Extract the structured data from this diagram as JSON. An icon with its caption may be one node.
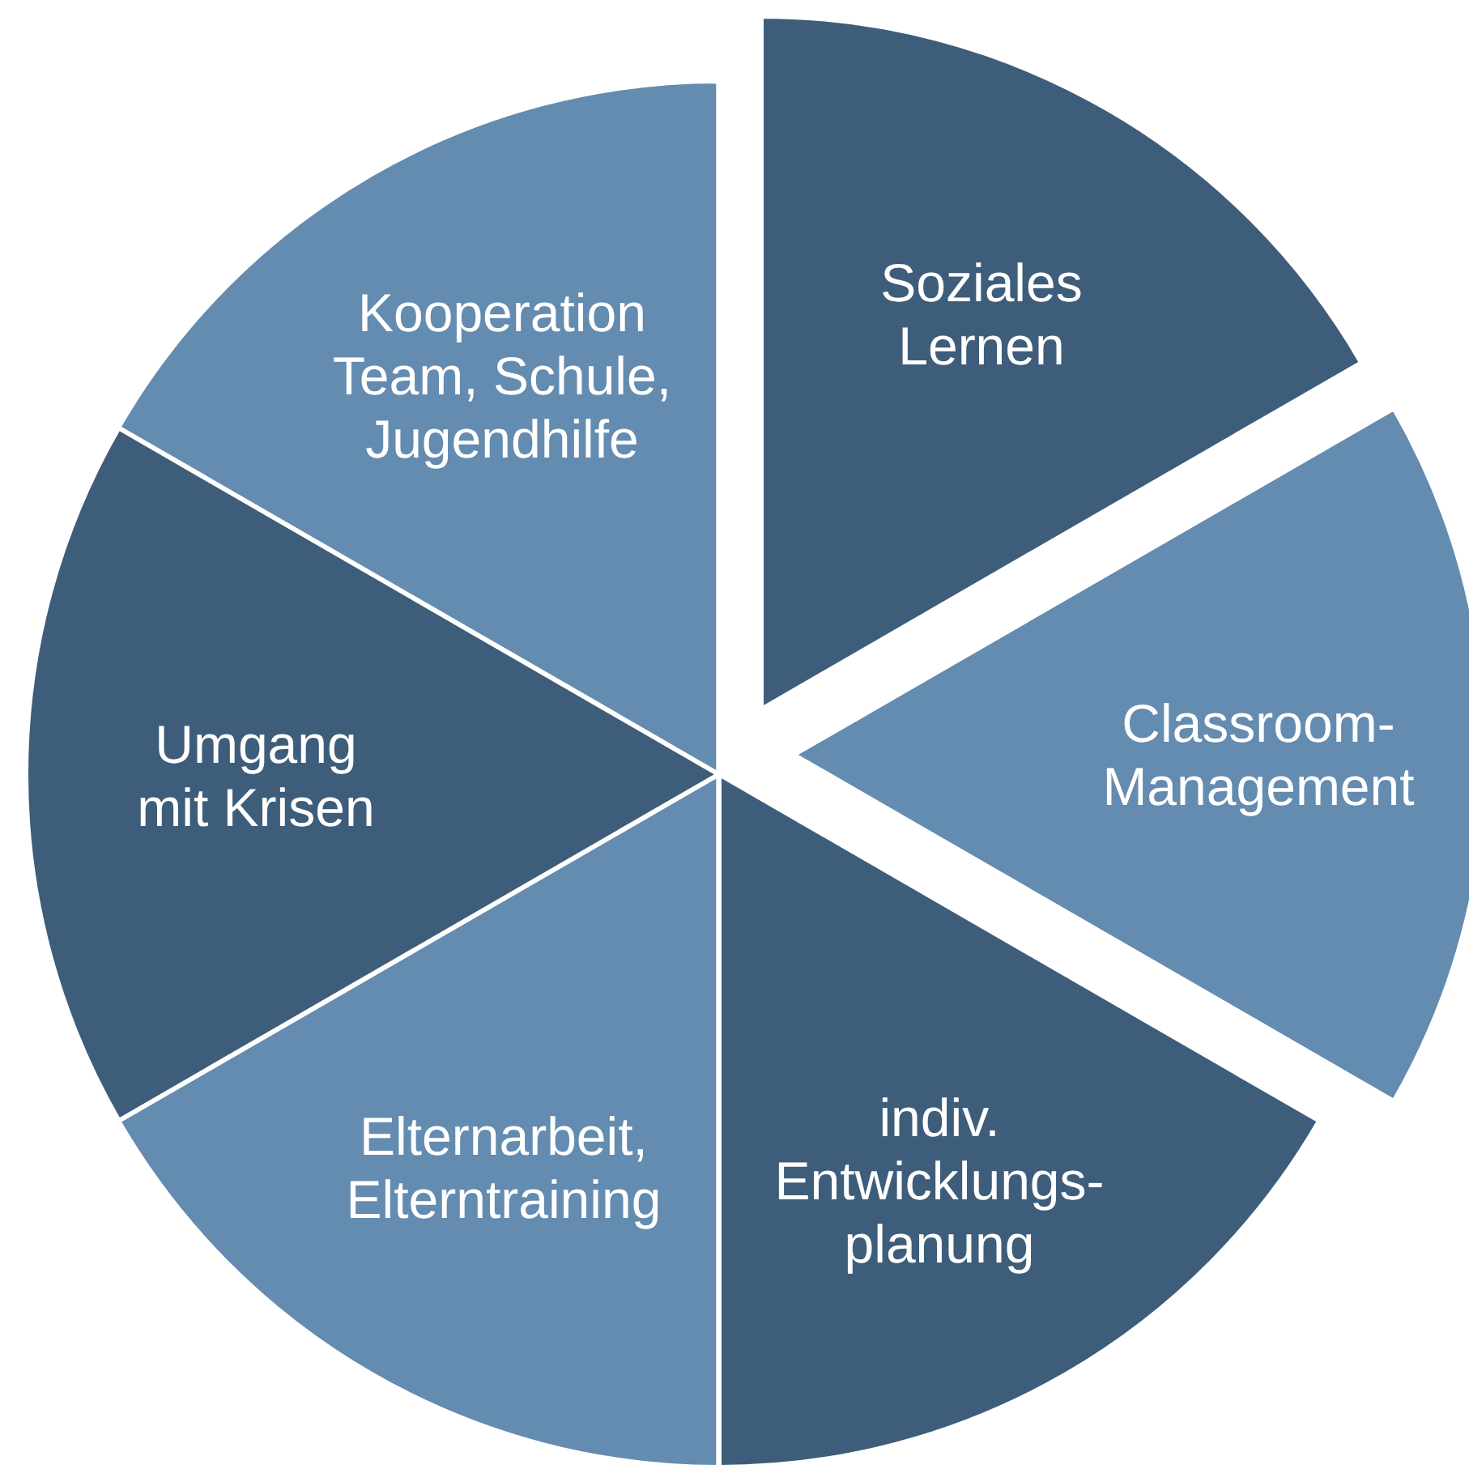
{
  "diagram": {
    "nodes": [
      {
        "text": [
          "Soziales Lernen"
        ]
      },
      {
        "text": [
          "Classroom- Management"
        ]
      },
      {
        "text": [
          "indiv. Entwicklungs- planung"
        ]
      },
      {
        "text": [
          "Elternarbeit, Elterntraining"
        ]
      },
      {
        "text": [
          "Umgang mit Krisen"
        ]
      },
      {
        "text": [
          "Kooperation Team, Schule, Jugendhilfe"
        ]
      }
    ]
  }
}
